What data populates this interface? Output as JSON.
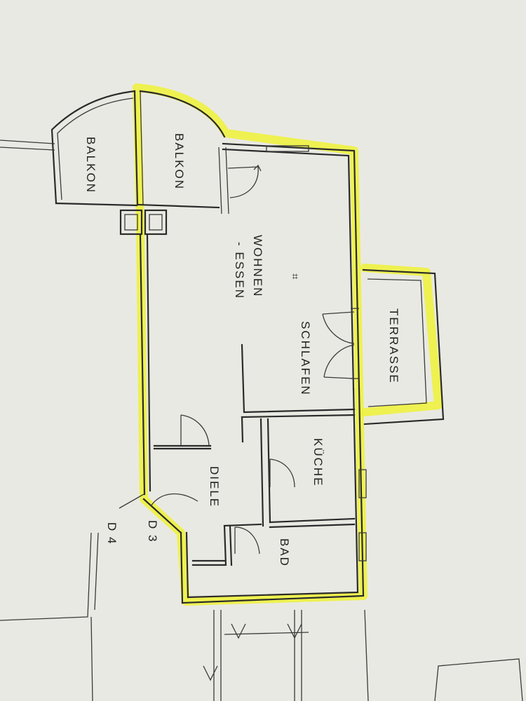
{
  "rooms": {
    "balkon_left": "BALKON",
    "balkon_right": "BALKON",
    "wohnen": "WOHNEN",
    "essen": "- ESSEN",
    "schlafen": "SCHLAFEN",
    "terrasse": "TERRASSE",
    "kueche": "KÜCHE",
    "diele": "DIELE",
    "bad": "BAD"
  },
  "markers": {
    "d3": "D 3",
    "d4": "D 4",
    "symbol": "⌗"
  },
  "colors": {
    "highlight": "#eef236",
    "paper": "#e9e9e3",
    "ink": "#2b2b2b"
  }
}
